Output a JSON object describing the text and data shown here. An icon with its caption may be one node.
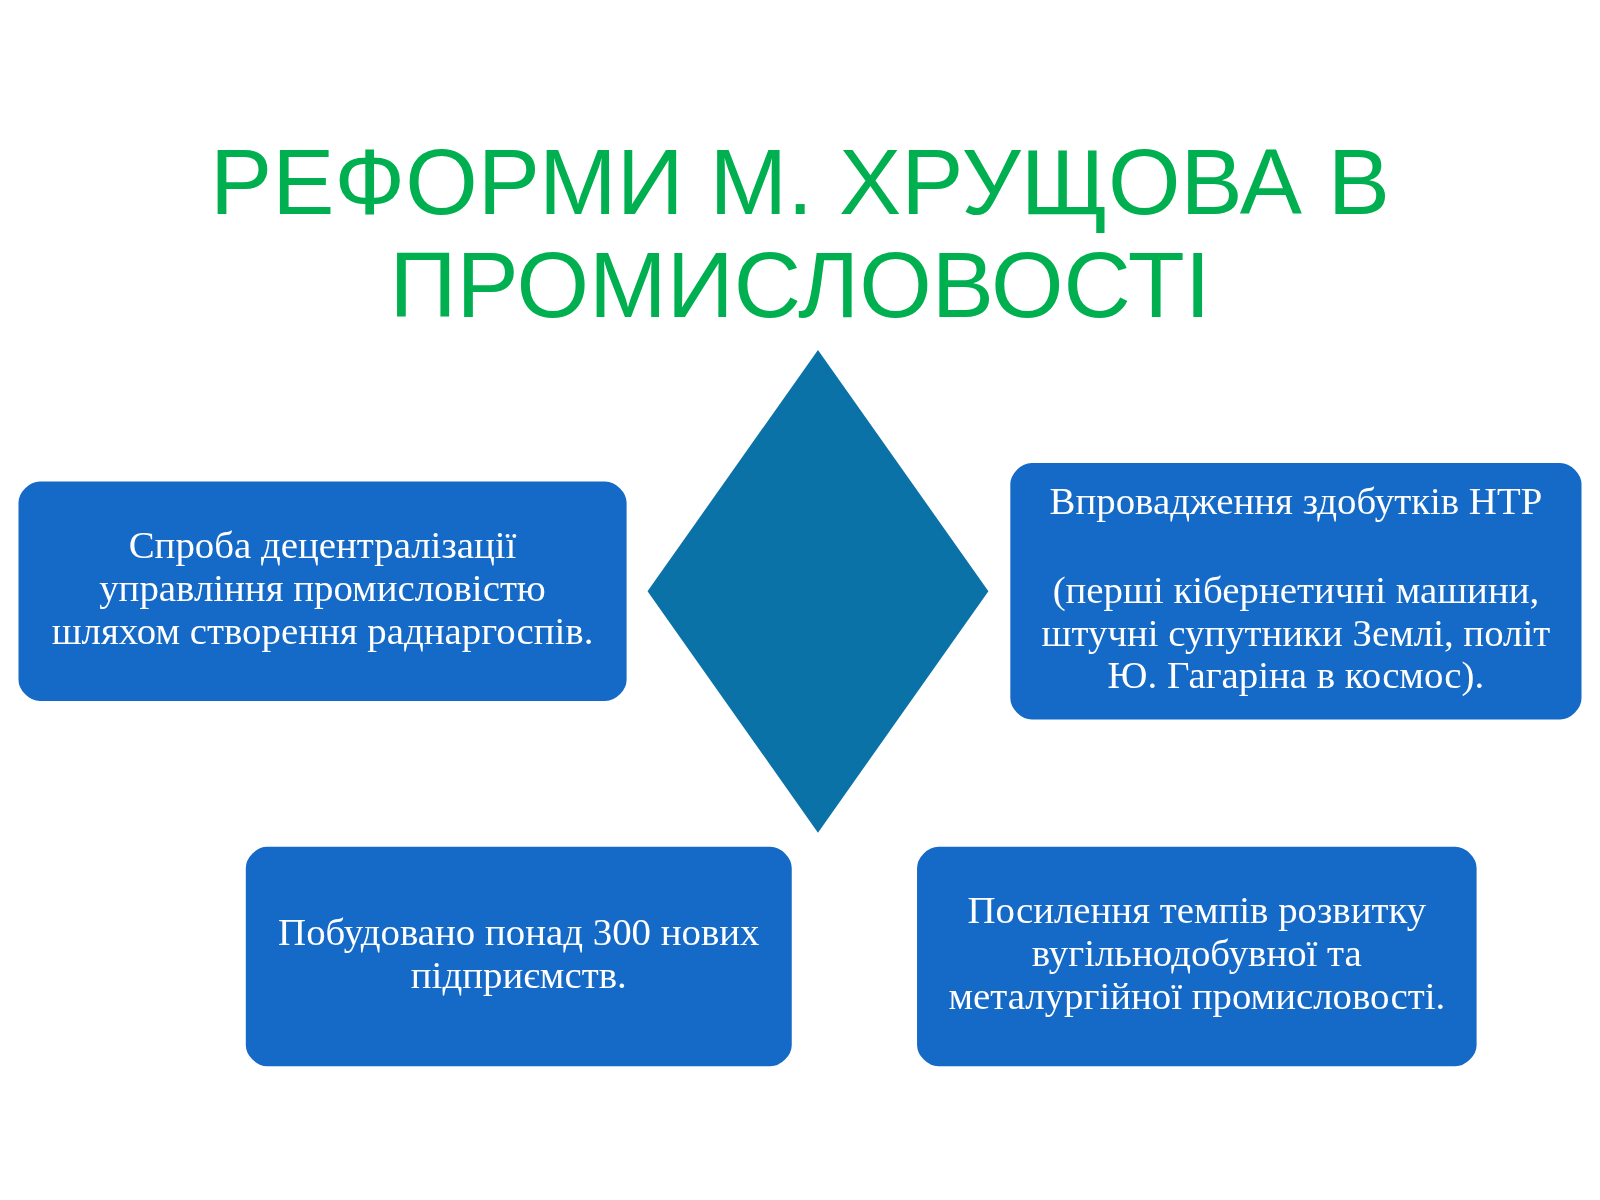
{
  "diagram": {
    "title": "РЕФОРМИ М. ХРУЩОВА В ПРОМИСЛОВОСТІ",
    "nodes": [
      {
        "text": [],
        "shape": "diamond"
      },
      {
        "text": [
          "Спроба децентралізації управління промисловістю шляхом створення раднаргоспів."
        ]
      },
      {
        "text": [
          "Впровадження здобутків НТР",
          "(перші кібернетичні машини, штучні супутники Землі, політ Ю. Гагаріна в космос)."
        ]
      },
      {
        "text": [
          "Побудовано понад 300 нових підприємств."
        ]
      },
      {
        "text": [
          "Посилення темпів розвитку вугільнодобувної та металургійної промисловості."
        ]
      }
    ]
  }
}
